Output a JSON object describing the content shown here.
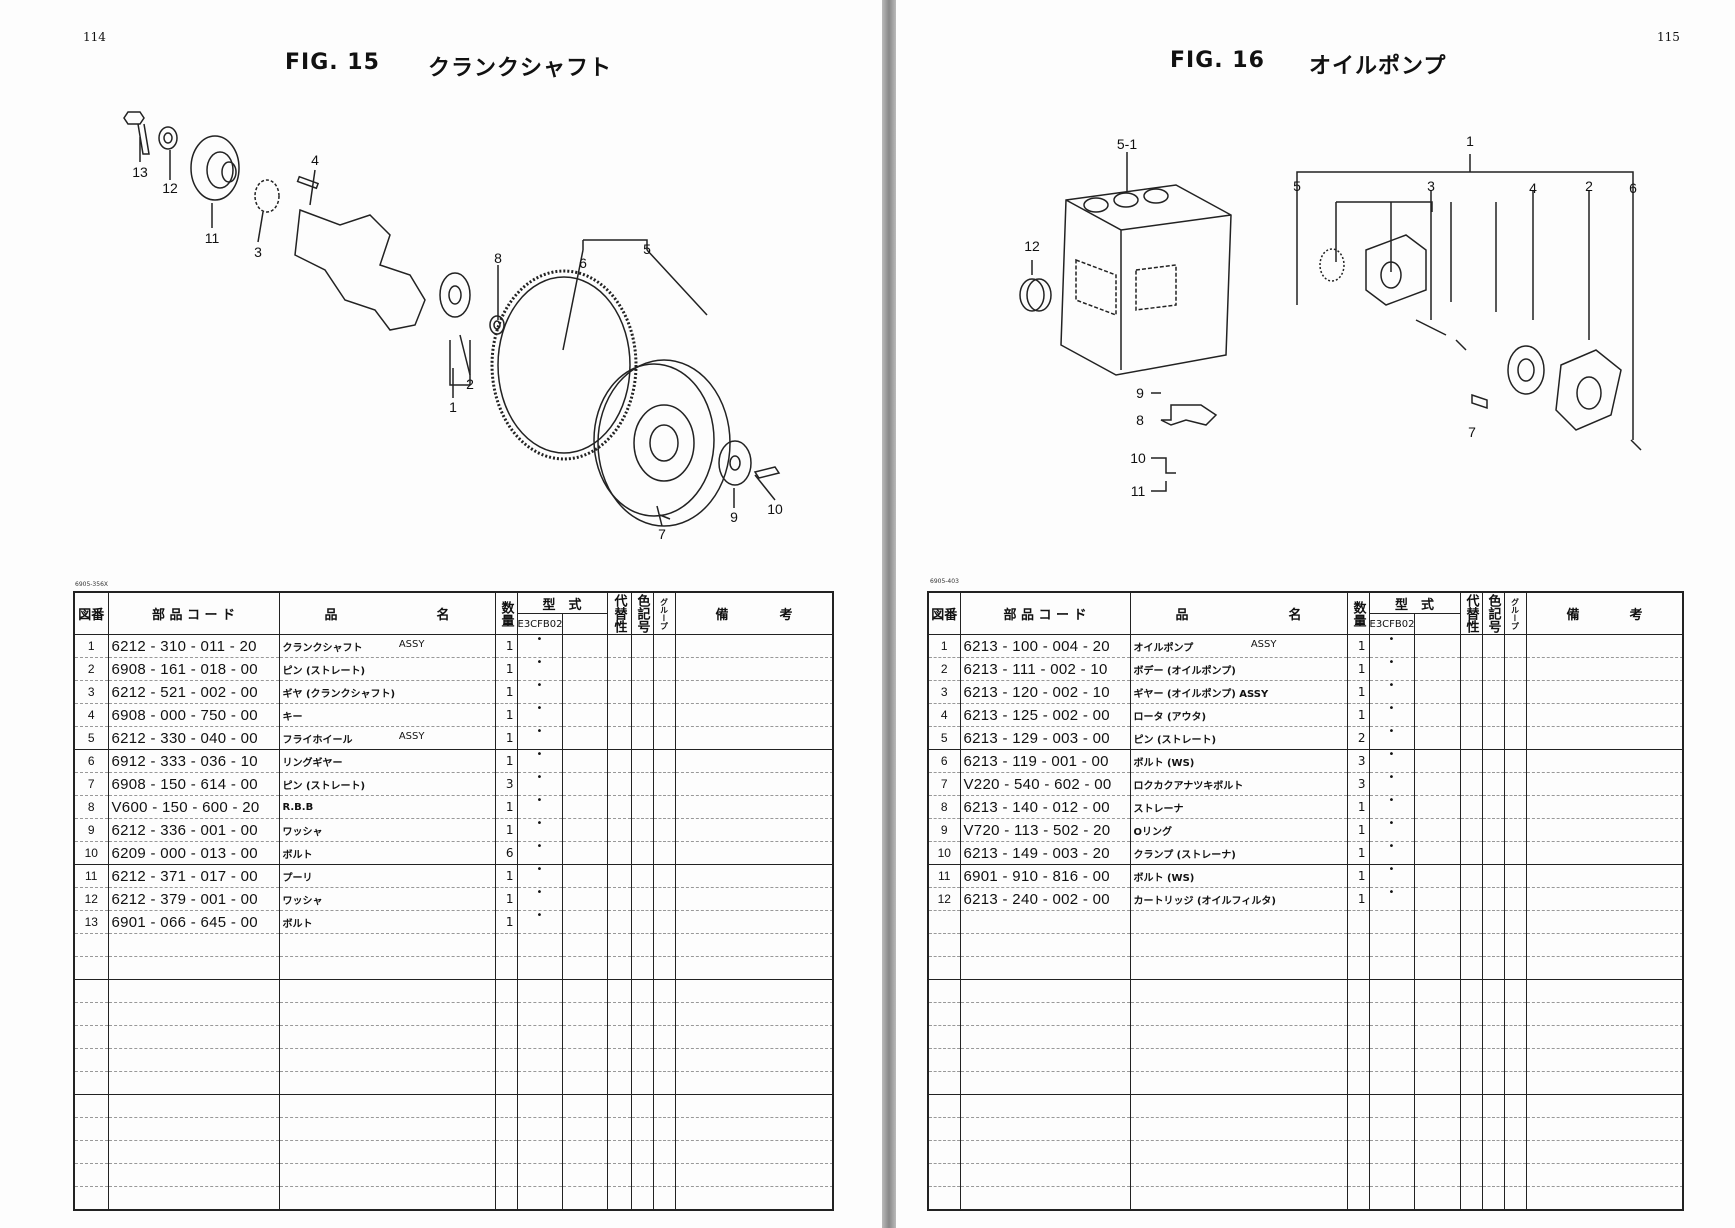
{
  "left_page": {
    "page_number": "114",
    "fig_label": "FIG. 15",
    "fig_title": "クランクシャフト",
    "sheet_code": "6905-356X",
    "callouts": [
      "13",
      "12",
      "11",
      "3",
      "4",
      "8",
      "6",
      "5",
      "2",
      "1",
      "7",
      "9",
      "10"
    ],
    "rows": [
      {
        "no": "1",
        "code": "6212 - 310 - 011 - 20",
        "name": "クランクシャフト",
        "suffix": "ASSY",
        "qty": "1",
        "mark": "•"
      },
      {
        "no": "2",
        "code": "6908 - 161 - 018 - 00",
        "name": "ピン (ストレート)",
        "suffix": "",
        "qty": "1",
        "mark": "•"
      },
      {
        "no": "3",
        "code": "6212 - 521 - 002 - 00",
        "name": "ギヤ (クランクシャフト)",
        "suffix": "",
        "qty": "1",
        "mark": "•"
      },
      {
        "no": "4",
        "code": "6908 - 000 - 750 - 00",
        "name": "キー",
        "suffix": "",
        "qty": "1",
        "mark": "•"
      },
      {
        "no": "5",
        "code": "6212 - 330 - 040 - 00",
        "name": "フライホイール",
        "suffix": "ASSY",
        "qty": "1",
        "mark": "•"
      },
      {
        "no": "6",
        "code": "6912 - 333 - 036 - 10",
        "name": "リングギヤー",
        "suffix": "",
        "qty": "1",
        "mark": "•"
      },
      {
        "no": "7",
        "code": "6908 - 150 - 614 - 00",
        "name": "ピン (ストレート)",
        "suffix": "",
        "qty": "3",
        "mark": "•"
      },
      {
        "no": "8",
        "code": "V600 - 150 - 600 - 20",
        "name": "R.B.B",
        "suffix": "",
        "qty": "1",
        "mark": "•"
      },
      {
        "no": "9",
        "code": "6212 - 336 - 001 - 00",
        "name": "ワッシャ",
        "suffix": "",
        "qty": "1",
        "mark": "•"
      },
      {
        "no": "10",
        "code": "6209 - 000 - 013 - 00",
        "name": "ボルト",
        "suffix": "",
        "qty": "6",
        "mark": "•"
      },
      {
        "no": "11",
        "code": "6212 - 371 - 017 - 00",
        "name": "プーリ",
        "suffix": "",
        "qty": "1",
        "mark": "•"
      },
      {
        "no": "12",
        "code": "6212 - 379 - 001 - 00",
        "name": "ワッシャ",
        "suffix": "",
        "qty": "1",
        "mark": "•"
      },
      {
        "no": "13",
        "code": "6901 - 066 - 645 - 00",
        "name": "ボルト",
        "suffix": "",
        "qty": "1",
        "mark": "•"
      }
    ]
  },
  "right_page": {
    "page_number": "115",
    "fig_label": "FIG. 16",
    "fig_title": "オイルポンプ",
    "sheet_code": "6905-403",
    "callouts": [
      "5-1",
      "12",
      "9",
      "8",
      "10",
      "11",
      "1",
      "5",
      "3",
      "4",
      "2",
      "6",
      "7"
    ],
    "rows": [
      {
        "no": "1",
        "code": "6213 - 100 - 004 - 20",
        "name": "オイルポンプ",
        "suffix": "ASSY",
        "qty": "1",
        "mark": "•"
      },
      {
        "no": "2",
        "code": "6213 - 111 - 002 - 10",
        "name": "ボデー (オイルポンプ)",
        "suffix": "",
        "qty": "1",
        "mark": "•"
      },
      {
        "no": "3",
        "code": "6213 - 120 - 002 - 10",
        "name": "ギヤー (オイルポンプ)  ASSY",
        "suffix": "",
        "qty": "1",
        "mark": "•"
      },
      {
        "no": "4",
        "code": "6213 - 125 - 002 - 00",
        "name": "ロータ (アウタ)",
        "suffix": "",
        "qty": "1",
        "mark": "•"
      },
      {
        "no": "5",
        "code": "6213 - 129 - 003 - 00",
        "name": "ピン (ストレート)",
        "suffix": "",
        "qty": "2",
        "mark": "•"
      },
      {
        "no": "6",
        "code": "6213 - 119 - 001 - 00",
        "name": "ボルト (WS)",
        "suffix": "",
        "qty": "3",
        "mark": "•"
      },
      {
        "no": "7",
        "code": "V220 - 540 - 602 - 00",
        "name": "ロクカクアナツキボルト",
        "suffix": "",
        "qty": "3",
        "mark": "•"
      },
      {
        "no": "8",
        "code": "6213 - 140 - 012 - 00",
        "name": "ストレーナ",
        "suffix": "",
        "qty": "1",
        "mark": "•"
      },
      {
        "no": "9",
        "code": "V720 - 113 - 502 - 20",
        "name": "Oリング",
        "suffix": "",
        "qty": "1",
        "mark": "•"
      },
      {
        "no": "10",
        "code": "6213 - 149 - 003 - 20",
        "name": "クランプ (ストレーナ)",
        "suffix": "",
        "qty": "1",
        "mark": "•"
      },
      {
        "no": "11",
        "code": "6901 - 910 - 816 - 00",
        "name": "ボルト (WS)",
        "suffix": "",
        "qty": "1",
        "mark": "•"
      },
      {
        "no": "12",
        "code": "6213 - 240 - 002 - 00",
        "name": "カートリッジ (オイルフィルタ)",
        "suffix": "",
        "qty": "1",
        "mark": "•"
      }
    ]
  },
  "table_header": {
    "col_no": "図番",
    "col_code": "部 品 コ ー ド",
    "col_name_a": "品",
    "col_name_b": "名",
    "col_qty": "数量",
    "col_model": "型　式",
    "model_name": "E3CFB02",
    "col_interchange": "代替性",
    "col_color": "色記号",
    "col_group": "グループ",
    "col_remarks_a": "備",
    "col_remarks_b": "考"
  }
}
